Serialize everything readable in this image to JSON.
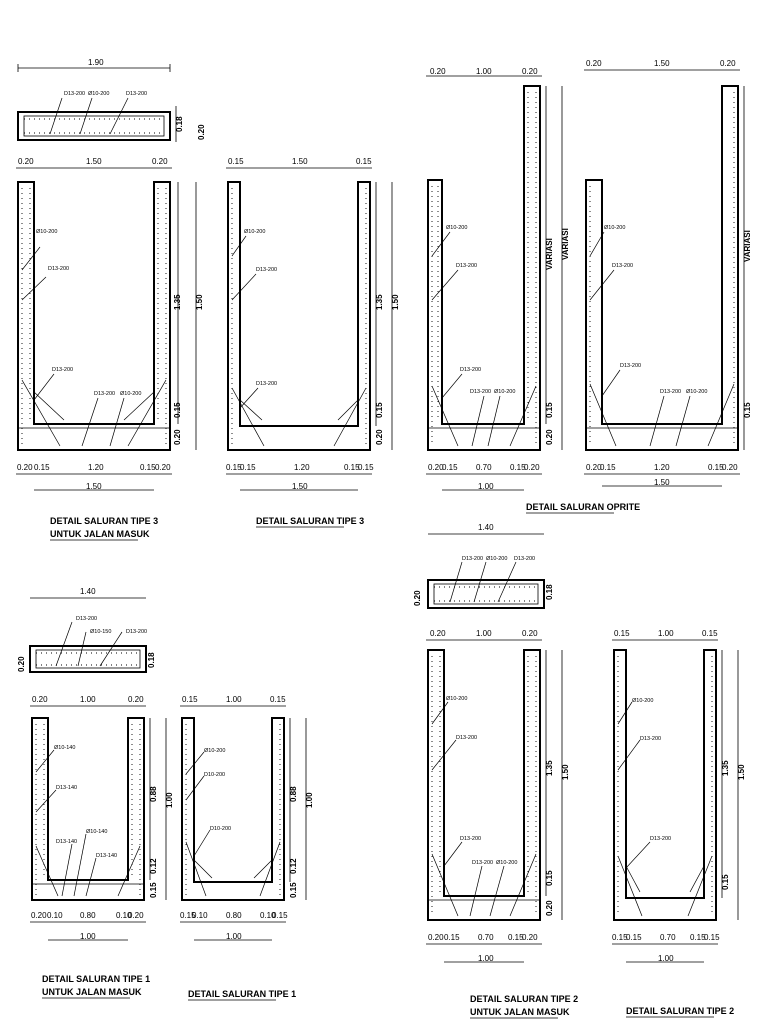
{
  "drawings": {
    "tipe3_jalan": {
      "title": "DETAIL SALURAN TIPE 3",
      "subtitle": "UNTUK JALAN MASUK",
      "slab": {
        "width": "1.90",
        "thk1": "0.18",
        "thk2": "0.20",
        "rebar": [
          "D13-200",
          "Ø10-200",
          "D13-200"
        ]
      },
      "top": [
        "0.20",
        "1.50",
        "0.20"
      ],
      "side": [
        "1.35",
        "1.50",
        "0.15",
        "0.20"
      ],
      "bottom": [
        "0.20",
        "0.15",
        "1.20",
        "0.15",
        "0.20"
      ],
      "total": "1.50",
      "rebar": [
        "Ø10-200",
        "D13-200",
        "D13-200",
        "D13-200",
        "Ø10-200"
      ]
    },
    "tipe3": {
      "title": "DETAIL SALURAN TIPE 3",
      "top": [
        "0.15",
        "1.50",
        "0.15"
      ],
      "side": [
        "1.35",
        "1.50",
        "0.15",
        "0.20"
      ],
      "bottom": [
        "0.15",
        "0.15",
        "1.20",
        "0.15",
        "0.15"
      ],
      "total": "1.50",
      "rebar": [
        "Ø10-200",
        "D13-200",
        "D13-200"
      ]
    },
    "oprite": {
      "title": "DETAIL SALURAN OPRITE",
      "left": {
        "top": [
          "0.20",
          "1.00",
          "0.20"
        ],
        "side": [
          "VARIASI",
          "VARIASI",
          "0.15",
          "0.20"
        ],
        "bottom": [
          "0.20",
          "0.15",
          "0.70",
          "0.15",
          "0.20"
        ],
        "total": "1.00",
        "rebar": [
          "Ø10-200",
          "D13-200",
          "D13-200",
          "D13-200",
          "Ø10-200"
        ]
      },
      "right": {
        "top": [
          "0.20",
          "1.50",
          "0.20"
        ],
        "side": [
          "VARIASI",
          "0.15"
        ],
        "bottom": [
          "0.20",
          "0.15",
          "1.20",
          "0.15",
          "0.20"
        ],
        "total": "1.50",
        "rebar": [
          "Ø10-200",
          "D13-200",
          "D13-200",
          "D13-200",
          "Ø10-200"
        ]
      }
    },
    "tipe1_jalan": {
      "title": "DETAIL SALURAN TIPE 1",
      "subtitle": "UNTUK JALAN MASUK",
      "slab": {
        "width": "1.40",
        "thk1": "0.20",
        "thk2": "0.18",
        "rebar": [
          "D13-200",
          "Ø10-150",
          "D13-200"
        ]
      },
      "top": [
        "0.20",
        "1.00",
        "0.20"
      ],
      "side": [
        "0.88",
        "1.00",
        "0.12",
        "0.15"
      ],
      "bottom": [
        "0.20",
        "0.10",
        "0.80",
        "0.10",
        "0.20"
      ],
      "total": "1.00",
      "rebar": [
        "Ø10-140",
        "D13-140",
        "D13-140",
        "Ø10-140",
        "D13-140"
      ]
    },
    "tipe1": {
      "title": "DETAIL SALURAN TIPE 1",
      "top": [
        "0.15",
        "1.00",
        "0.15"
      ],
      "side": [
        "0.88",
        "1.00",
        "0.12",
        "0.15"
      ],
      "bottom": [
        "0.15",
        "0.10",
        "0.80",
        "0.10",
        "0.15"
      ],
      "total": "1.00",
      "rebar": [
        "Ø10-200",
        "D10-200",
        "D10-200"
      ]
    },
    "tipe2_jalan": {
      "title": "DETAIL SALURAN TIPE 2",
      "subtitle": "UNTUK JALAN MASUK",
      "slab": {
        "width": "1.40",
        "thk1": "0.20",
        "thk2": "0.18",
        "rebar": [
          "D13-200",
          "Ø10-200",
          "D13-200"
        ]
      },
      "top": [
        "0.20",
        "1.00",
        "0.20"
      ],
      "side": [
        "1.35",
        "1.50",
        "0.15",
        "0.20"
      ],
      "bottom": [
        "0.20",
        "0.15",
        "0.70",
        "0.15",
        "0.20"
      ],
      "total": "1.00",
      "rebar": [
        "Ø10-200",
        "D13-200",
        "D13-200",
        "D13-200",
        "Ø10-200"
      ]
    },
    "tipe2": {
      "title": "DETAIL SALURAN TIPE 2",
      "top": [
        "0.15",
        "1.00",
        "0.15"
      ],
      "side": [
        "1.35",
        "1.50",
        "0.15"
      ],
      "bottom": [
        "0.15",
        "0.15",
        "0.70",
        "0.15",
        "0.15"
      ],
      "total": "1.00",
      "rebar": [
        "Ø10-200",
        "D13-200",
        "D13-200"
      ]
    }
  }
}
